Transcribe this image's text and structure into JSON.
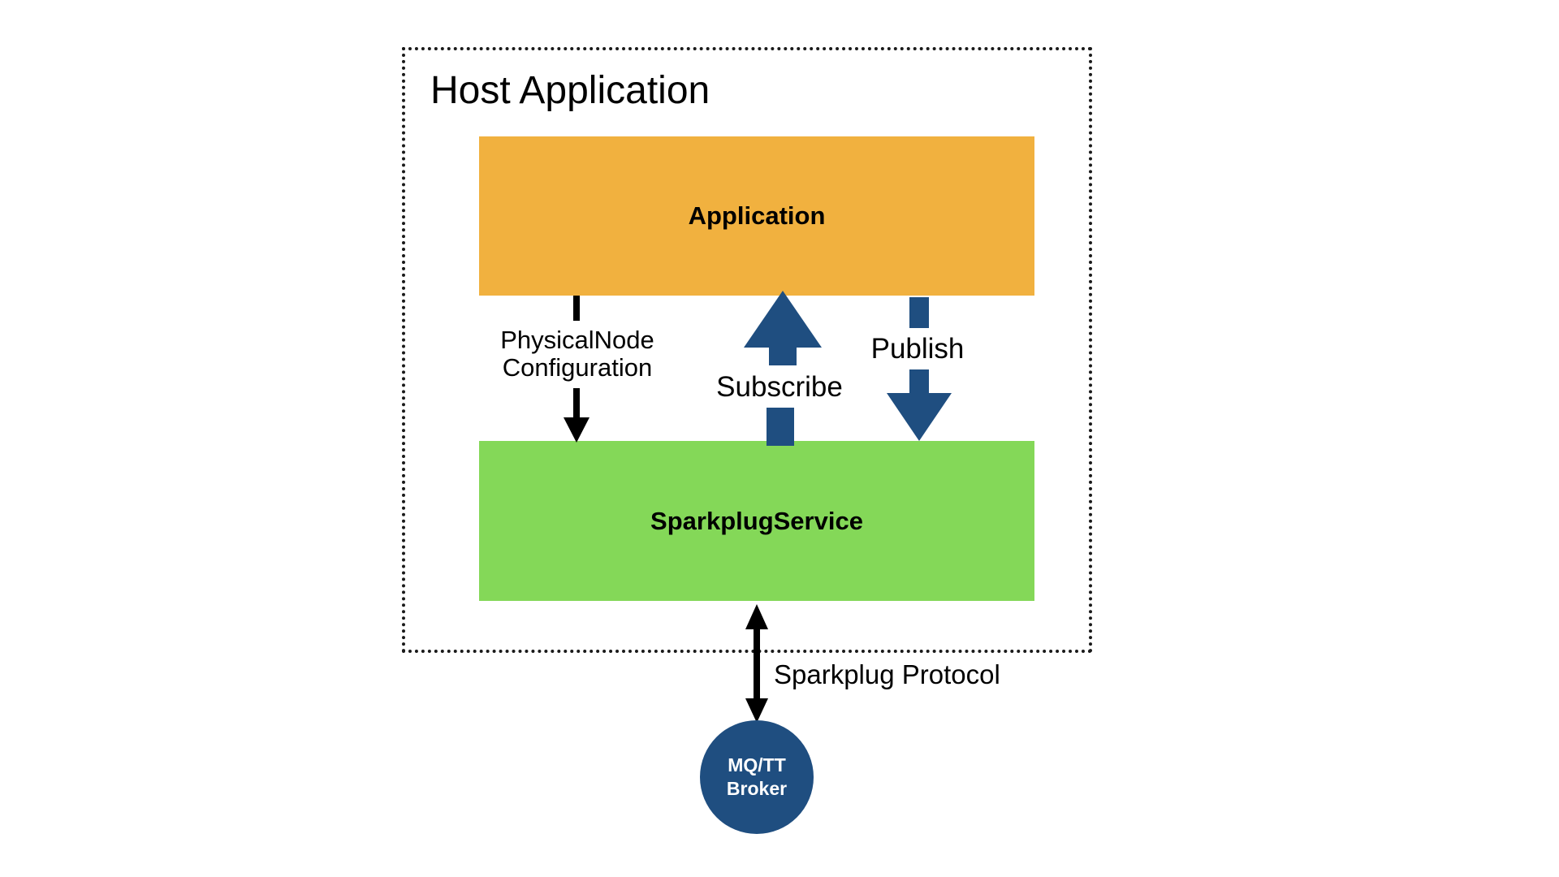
{
  "diagram": {
    "host_title": "Host Application",
    "application_label": "Application",
    "service_label": "SparkplugService",
    "config_label_line1": "PhysicalNode",
    "config_label_line2": "Configuration",
    "subscribe_label": "Subscribe",
    "publish_label": "Publish",
    "protocol_label": "Sparkplug Protocol",
    "broker_line1": "MQ/TT",
    "broker_line2": "Broker"
  },
  "colors": {
    "application_fill": "#f1b13f",
    "service_fill": "#84d858",
    "flow_arrow": "#1f4e80",
    "broker_fill": "#1f4e80",
    "frame_border": "#1a1a1a"
  }
}
